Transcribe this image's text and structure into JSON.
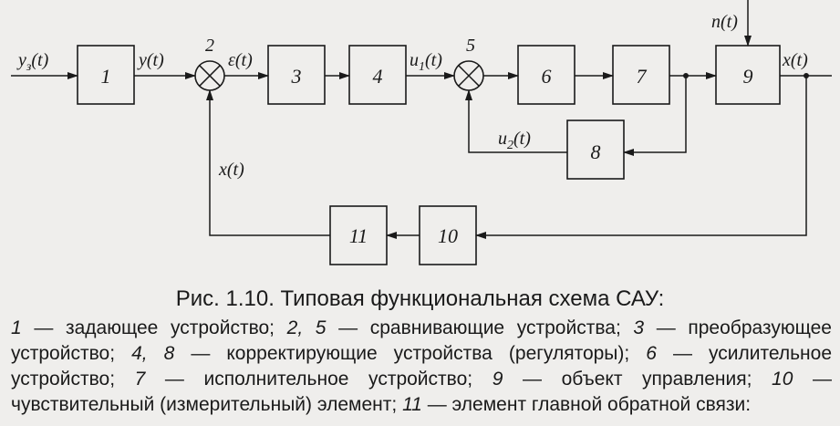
{
  "diagram": {
    "blocks": [
      "1",
      "3",
      "4",
      "6",
      "7",
      "9",
      "8",
      "10",
      "11"
    ],
    "comparators": [
      "2",
      "5"
    ],
    "signals": {
      "input_y": "y",
      "input_sub": "з",
      "input_t": "(t)",
      "y": "y(t)",
      "eps": "ε(t)",
      "u1_main": "u",
      "u1_sub": "1",
      "u1_t": "(t)",
      "u2_main": "u",
      "u2_sub": "2",
      "u2_t": "(t)",
      "n": "n(t)",
      "x_out": "x(t)",
      "x_fb": "x(t)"
    }
  },
  "caption": "Рис. 1.10. Типовая функциональная схема САУ:",
  "legend": [
    {
      "num": "1",
      "text": " — задающее устройство; "
    },
    {
      "num": "2, 5",
      "text": " — сравнивающие устройства; "
    },
    {
      "num": "3",
      "text": " — преобразующее устройство; "
    },
    {
      "num": "4, 8",
      "text": " — корректирующие устройства (регуляторы); "
    },
    {
      "num": "6",
      "text": " — усилительное устройство; "
    },
    {
      "num": "7",
      "text": " — исполнительное устройство; "
    },
    {
      "num": "9",
      "text": " — объект управления; "
    },
    {
      "num": "10",
      "text": " — чувствительный (измерительный) элемент; "
    },
    {
      "num": "11",
      "text": " — элемент главной обратной связи:"
    }
  ]
}
